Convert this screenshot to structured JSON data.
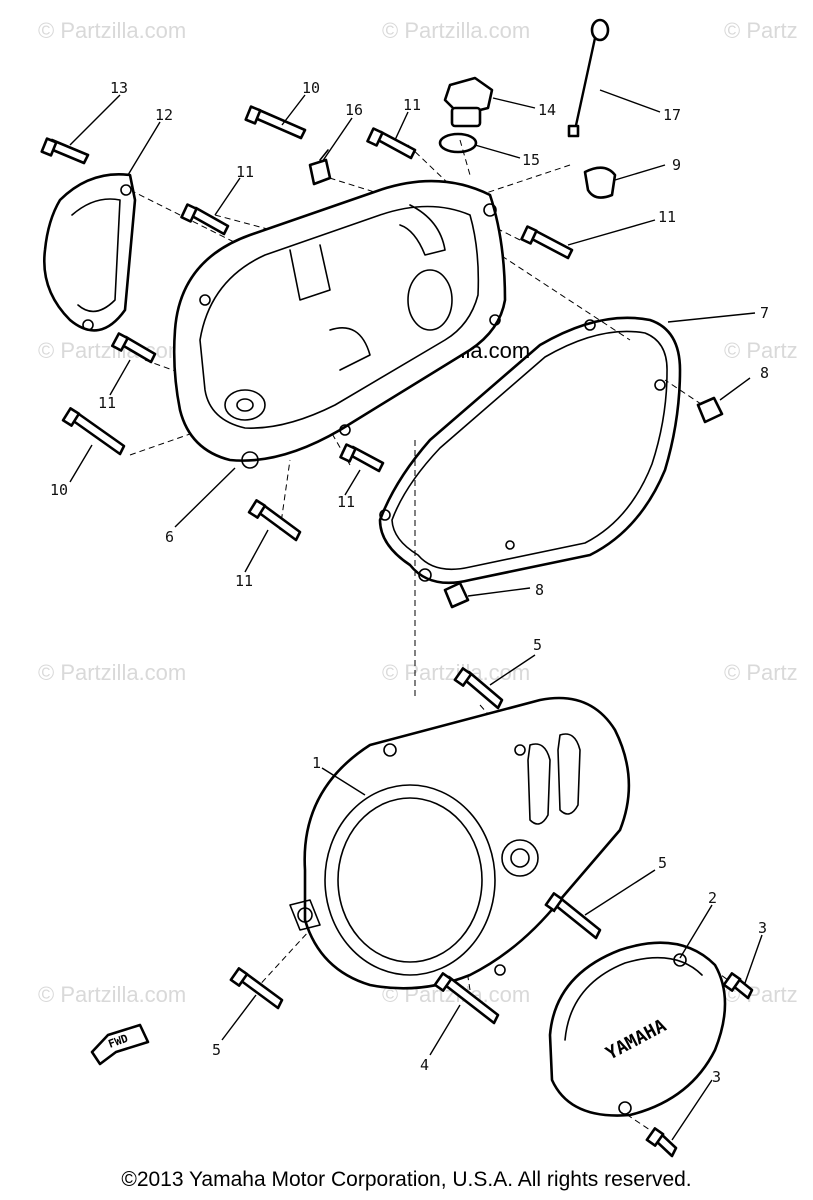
{
  "watermark": {
    "text": "© Partzilla.com",
    "partial_text": "© Partz"
  },
  "copyright": "©2013 Yamaha Motor Corporation, U.S.A. All rights reserved.",
  "fwd_label": "FWD",
  "brand_label": "YAMAHA",
  "callouts": {
    "c1": "1",
    "c2": "2",
    "c3a": "3",
    "c3b": "3",
    "c4": "4",
    "c5a": "5",
    "c5b": "5",
    "c5c": "5",
    "c6": "6",
    "c7": "7",
    "c8a": "8",
    "c8b": "8",
    "c9": "9",
    "c10a": "10",
    "c10b": "10",
    "c11a": "11",
    "c11b": "11",
    "c11c": "11",
    "c11d": "11",
    "c11e": "11",
    "c11f": "11",
    "c12": "12",
    "c13": "13",
    "c14": "14",
    "c15": "15",
    "c16": "16",
    "c17": "17"
  }
}
